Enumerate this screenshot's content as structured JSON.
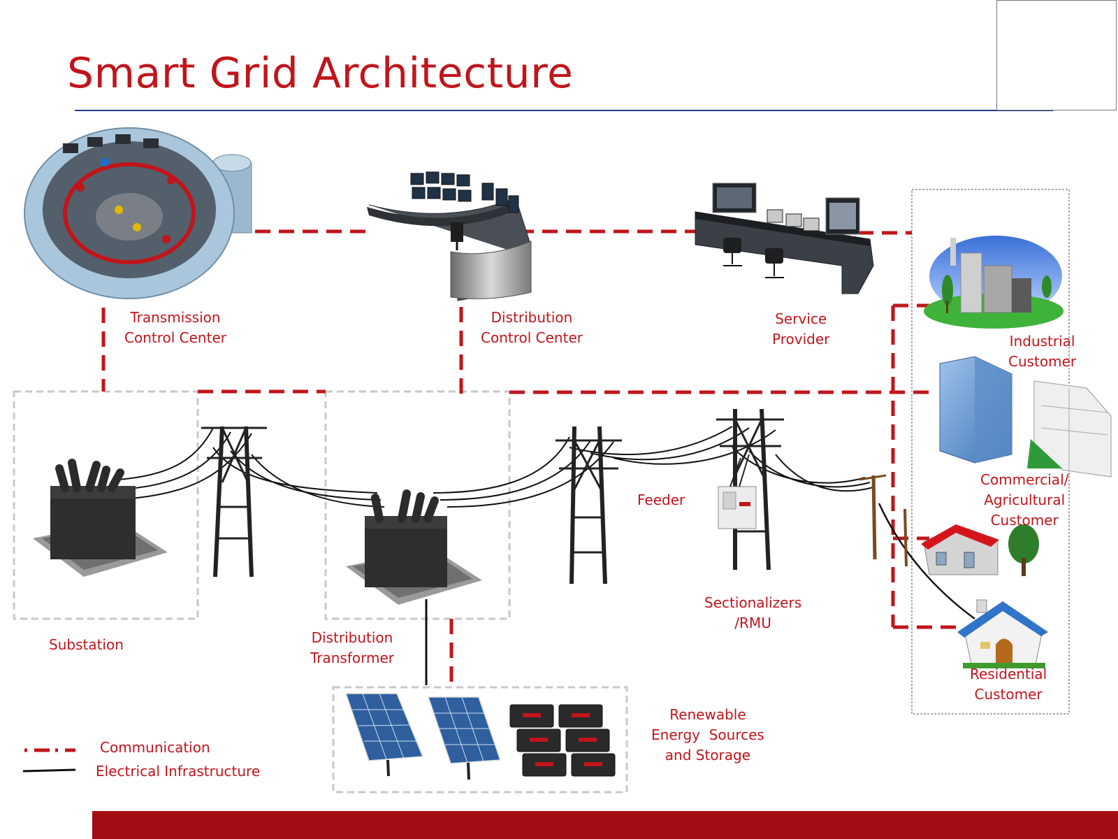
{
  "title": "Smart Grid Architecture",
  "nodes": {
    "transmission_control_center": "Transmission\nControl Center",
    "distribution_control_center": "Distribution\nControl Center",
    "service_provider": "Service\nProvider",
    "industrial_customer": "Industrial\nCustomer",
    "commercial_customer": "Commercial/\nAgricultural\nCustomer",
    "residential_customer": "Residential\nCustomer",
    "substation": "Substation",
    "distribution_transformer": "Distribution\nTransformer",
    "feeder": "Feeder",
    "sectionalizers": "Sectionalizers\n/RMU",
    "renewable": "Renewable\nEnergy  Sources\nand Storage"
  },
  "legend": {
    "communication": "Communication",
    "electrical": "Electrical Infrastructure"
  },
  "colors": {
    "accent": "#c0151b",
    "rule": "#1f3c88",
    "footer": "#a40d14",
    "box_border": "#c8c8c8"
  }
}
